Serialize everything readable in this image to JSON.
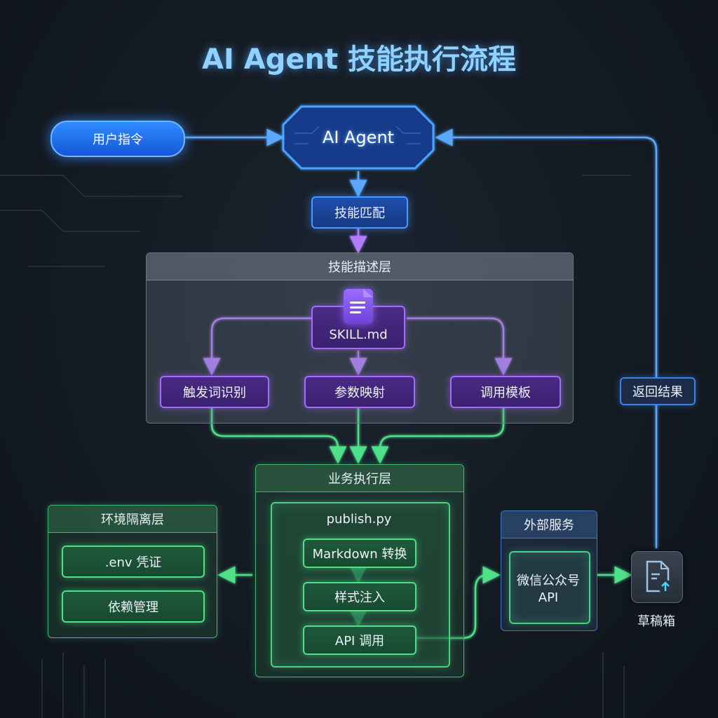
{
  "title": "AI Agent 技能执行流程",
  "user_command": "用户指令",
  "agent": "AI Agent",
  "skill_match": "技能匹配",
  "skill_layer": {
    "header": "技能描述层",
    "file": "SKILL.md",
    "items": [
      "触发词识别",
      "参数映射",
      "调用模板"
    ]
  },
  "return_result": "返回结果",
  "business_layer": {
    "header": "业务执行层",
    "script": "publish.py",
    "steps": [
      "Markdown 转换",
      "样式注入",
      "API 调用"
    ]
  },
  "env_layer": {
    "header": "环境隔离层",
    "items": [
      ".env 凭证",
      "依赖管理"
    ]
  },
  "external": {
    "header": "外部服务",
    "service_line1": "微信公众号",
    "service_line2": "API"
  },
  "drafts": "草稿箱",
  "colors": {
    "blue": "#3b8cff",
    "purple": "#a56bff",
    "green": "#4fe08a",
    "title": "#8fd1ff"
  },
  "icons": [
    "document-icon",
    "drafts-upload-icon",
    "chip-circuit-decoration"
  ]
}
